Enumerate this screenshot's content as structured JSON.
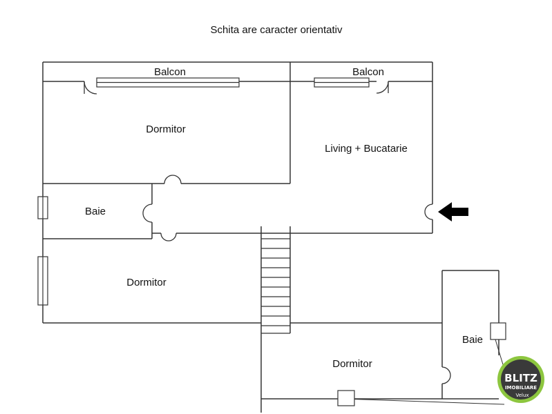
{
  "title": "Schita are caracter orientativ",
  "rooms": {
    "balcon_left": "Balcon",
    "balcon_right": "Balcon",
    "dormitor_top": "Dormitor",
    "living": "Living + Bucatarie",
    "baie_left": "Baie",
    "dormitor_left": "Dormitor",
    "dormitor_bottom": "Dormitor",
    "baie_right": "Baie"
  },
  "logo": {
    "main": "BLITZ",
    "sub": "IMOBILIARE",
    "tag": "Velux"
  },
  "colors": {
    "wall": "#333333",
    "logo_ring": "#8dc63f",
    "logo_fill": "#3a3a3a"
  },
  "icons": [
    "entrance-arrow-icon"
  ]
}
